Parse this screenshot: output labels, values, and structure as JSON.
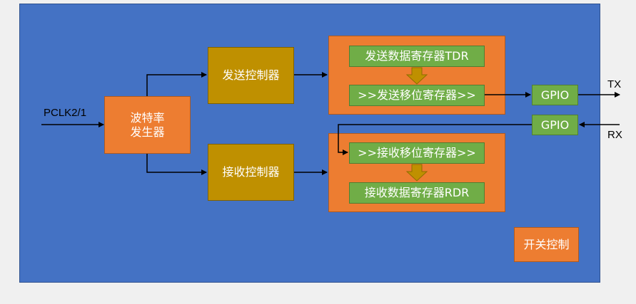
{
  "inputs": {
    "pclk": "PCLK2/1",
    "tx": "TX",
    "rx": "RX"
  },
  "blocks": {
    "baud_generator": "波特率\n发生器",
    "tx_controller": "发送控制器",
    "rx_controller": "接收控制器",
    "tdr": "发送数据寄存器TDR",
    "tx_shift": ">>发送移位寄存器>>",
    "rx_shift": ">>接收移位寄存器>>",
    "rdr": "接收数据寄存器RDR",
    "gpio_tx": "GPIO",
    "gpio_rx": "GPIO",
    "switch_control": "开关控制"
  },
  "colors": {
    "panel": "#4472c4",
    "orange": "#ed7d31",
    "gold": "#bf9000",
    "green": "#70ad47",
    "shift_arrow": "#bf9000"
  }
}
